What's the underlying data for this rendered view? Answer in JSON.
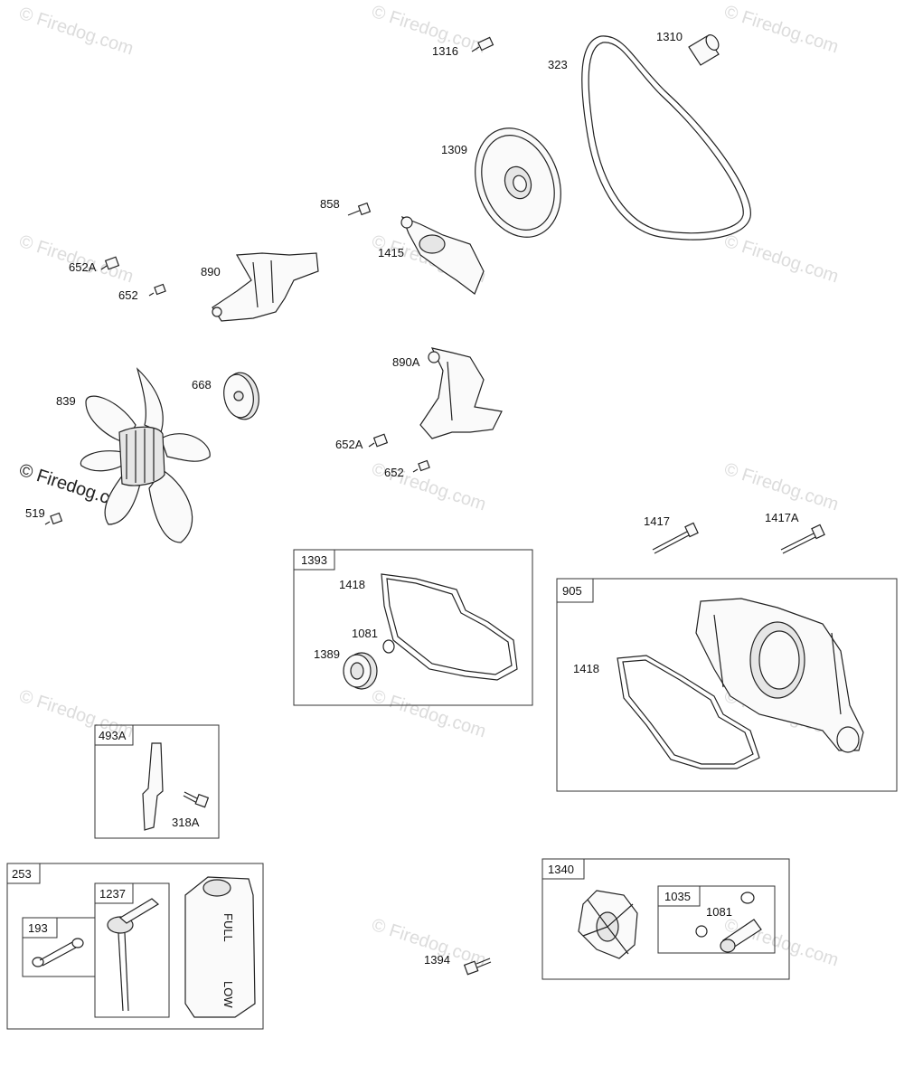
{
  "watermark": "© Firedog.com",
  "labels": {
    "p1316": "1316",
    "p323": "323",
    "p1310": "1310",
    "p1309": "1309",
    "p858": "858",
    "p1415": "1415",
    "p652a_1": "652A",
    "p652_1": "652",
    "p890": "890",
    "p890a": "890A",
    "p668": "668",
    "p839": "839",
    "p652a_2": "652A",
    "p652_2": "652",
    "p519": "519",
    "p1417": "1417",
    "p1417a": "1417A",
    "p1418_a": "1418",
    "p1081_a": "1081",
    "p1389": "1389",
    "p1418_b": "1418",
    "p318a": "318A",
    "p1394": "1394",
    "p1081_b": "1081"
  },
  "kits": {
    "k1393": "1393",
    "k905": "905",
    "k493a": "493A",
    "k253": "253",
    "k1237": "1237",
    "k193": "193",
    "k1340": "1340",
    "k1035": "1035"
  },
  "tank_marks": {
    "full": "FULL",
    "low": "LOW"
  }
}
